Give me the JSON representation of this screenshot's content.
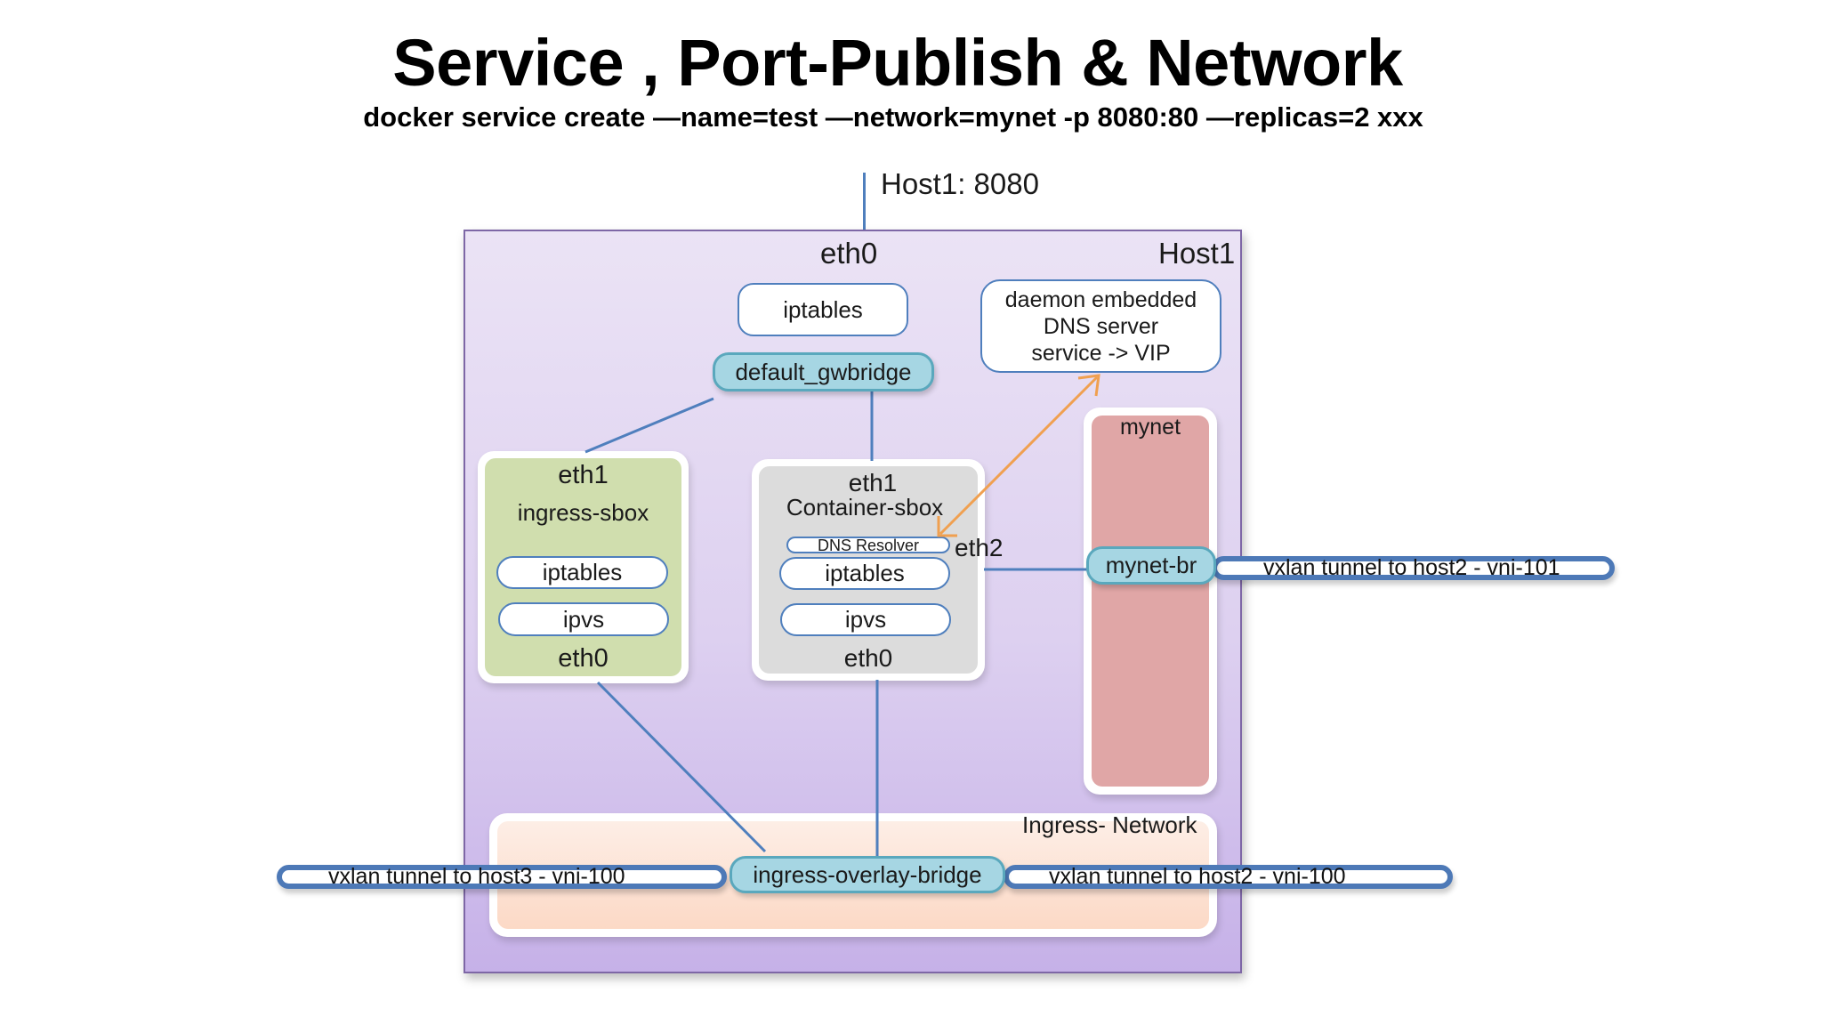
{
  "title": "Service , Port-Publish & Network",
  "subtitle": "docker service create —name=test —network=mynet -p 8080:80 —replicas=2 xxx",
  "published_port_label": "Host1: 8080",
  "host": {
    "name": "Host1",
    "eth0_label": "eth0",
    "iptables_label": "iptables",
    "gwbridge_label": "default_gwbridge",
    "dns_server": {
      "line1": "daemon embedded",
      "line2": "DNS server",
      "line3": "service -> VIP"
    }
  },
  "ingress_sbox": {
    "top_iface": "eth1",
    "name": "ingress-sbox",
    "iptables_label": "iptables",
    "ipvs_label": "ipvs",
    "bottom_iface": "eth0"
  },
  "container_sbox": {
    "top_iface": "eth1",
    "name": "Container-sbox",
    "dns_resolver_label": "DNS Resolver",
    "iptables_label": "iptables",
    "ipvs_label": "ipvs",
    "bottom_iface": "eth0",
    "side_iface": "eth2"
  },
  "mynet": {
    "name": "mynet",
    "bridge_label": "mynet-br",
    "tunnel_label": "vxlan tunnel to host2 - vni-101"
  },
  "ingress_network": {
    "name": "Ingress- Network",
    "bridge_label": "ingress-overlay-bridge",
    "tunnel_left_label": "vxlan tunnel to host3 - vni-100",
    "tunnel_right_label": "vxlan tunnel to host2 - vni-100"
  },
  "colors": {
    "link_line": "#4f7fbd",
    "dns_arrow": "#f0a050",
    "host_fill": "#ddd0f0",
    "ingress_sbox_fill": "#d0deae",
    "container_sbox_fill": "#dcdcdc",
    "mynet_fill": "#e0a6a6",
    "ingress_network_fill": "#fde3d6",
    "bridge_fill": "#a6d6e3"
  }
}
